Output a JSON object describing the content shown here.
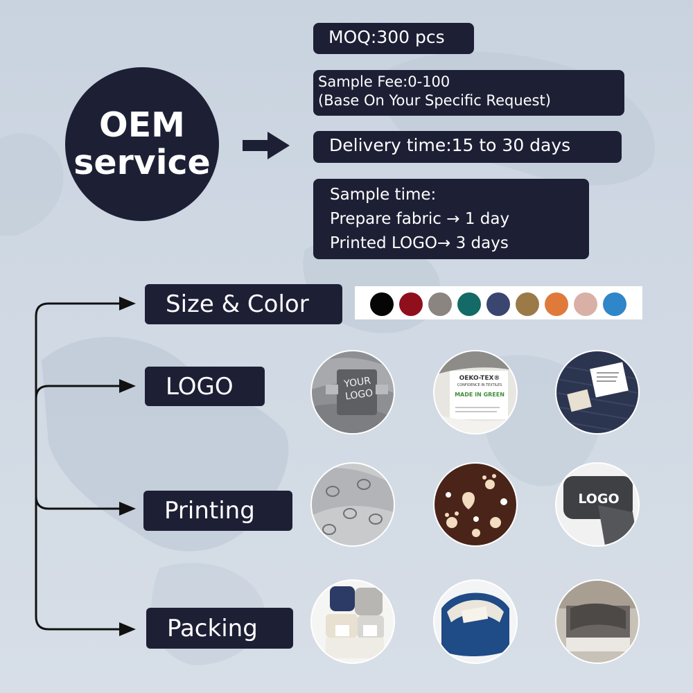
{
  "hero": {
    "line1": "OEM",
    "line2": "service"
  },
  "info": {
    "moq": "MOQ:300 pcs",
    "sample_fee_line1": "Sample Fee:0-100",
    "sample_fee_line2": "(Base On Your Specific Request)",
    "delivery": "Delivery time:15 to 30 days",
    "sample_time_title": "Sample time:",
    "sample_time_line1": "Prepare fabric → 1 day",
    "sample_time_line2": "Printed LOGO→ 3 days"
  },
  "options": [
    {
      "label": "Size & Color"
    },
    {
      "label": "LOGO"
    },
    {
      "label": "Printing"
    },
    {
      "label": "Packing"
    }
  ],
  "swatch_colors": [
    "#050505",
    "#8f0f1d",
    "#8a8580",
    "#136a66",
    "#3a4570",
    "#9b7a48",
    "#e07a3a",
    "#d8b0a6",
    "#2f86c8"
  ],
  "photo_text": {
    "your_logo_line1": "YOUR",
    "your_logo_line2": "LOGO",
    "oeko_title": "OEKO-TEX®",
    "oeko_sub": "CONFIDENCE IN TEXTILES",
    "made_in_green": "MADE IN GREEN",
    "pillow_logo": "LOGO"
  },
  "icons": {
    "main_arrow": "right-arrow-icon",
    "branch_arrows": "arrowhead-icon"
  }
}
